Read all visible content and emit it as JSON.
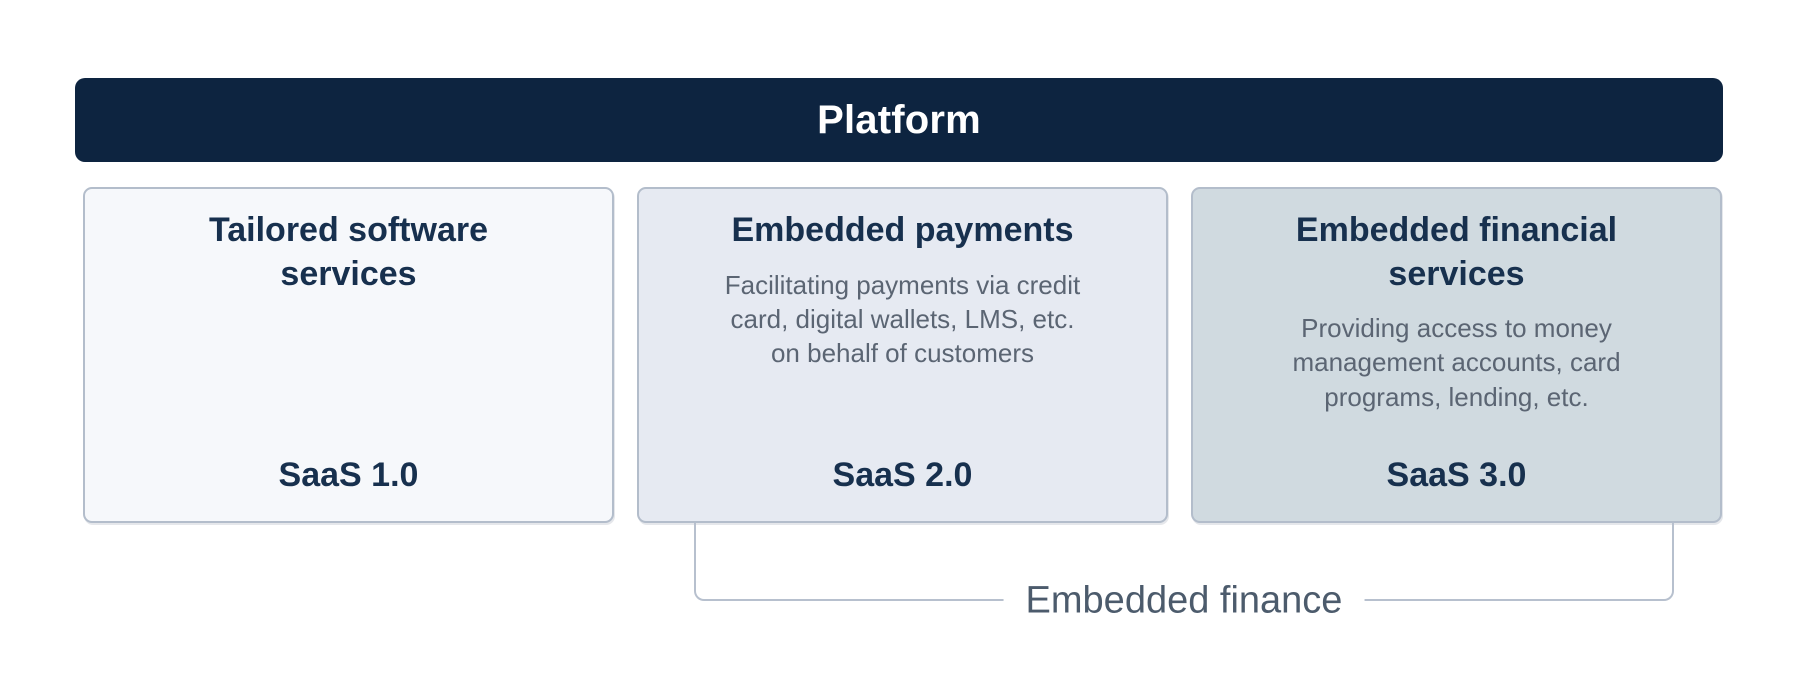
{
  "palette": {
    "header_bg": "#0d2440",
    "title_text": "#17304e",
    "desc_text": "#5b6573",
    "card1_bg": "#f6f8fb",
    "card2_bg": "#e6eaf2",
    "card3_bg": "#d0dae0",
    "border_line": "#b3bdcb",
    "bracket_label_text": "#4c5b6c",
    "page_bg": "#ffffff"
  },
  "platform_bar": {
    "label": "Platform"
  },
  "cards": [
    {
      "title": "Tailored software\nservices",
      "description": "",
      "badge": "SaaS 1.0"
    },
    {
      "title": "Embedded payments",
      "description": "Facilitating payments via credit\ncard, digital wallets, LMS, etc.\non behalf of customers",
      "badge": "SaaS 2.0"
    },
    {
      "title": "Embedded financial\nservices",
      "description": "Providing access to money\nmanagement accounts, card\nprograms, lending, etc.",
      "badge": "SaaS 3.0"
    }
  ],
  "bracket": {
    "label": "Embedded finance"
  }
}
